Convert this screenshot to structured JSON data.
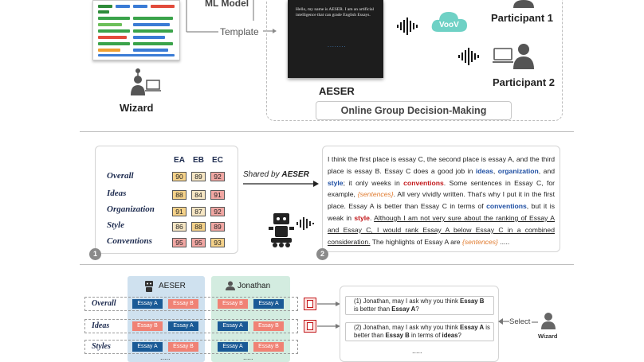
{
  "top_panel": {
    "ml_model_label": "ML Model",
    "template_label": "Template",
    "wizard_label": "Wizard",
    "aeser_label": "AESER",
    "aeser_screen_text": "Hello, my name is AESER. I am an artificial intelligence that can grade English Essays.",
    "aeser_screen_dots": "........",
    "voov_label": "VooV",
    "participant1_label": "Participant 1",
    "participant2_label": "Participant 2",
    "group_label": "Online Group Decision-Making"
  },
  "middle_panel": {
    "column_headers": [
      "EA",
      "EB",
      "EC"
    ],
    "rows": [
      {
        "label": "Overall",
        "scores": [
          "90",
          "89",
          "92"
        ]
      },
      {
        "label": "Ideas",
        "scores": [
          "88",
          "84",
          "91"
        ]
      },
      {
        "label": "Organization",
        "scores": [
          "91",
          "87",
          "92"
        ]
      },
      {
        "label": "Style",
        "scores": [
          "86",
          "88",
          "89"
        ]
      },
      {
        "label": "Conventions",
        "scores": [
          "95",
          "95",
          "93"
        ]
      }
    ],
    "score_colors": [
      "#f5d28a",
      "#f6e6c4",
      "#f1a7a3"
    ],
    "step1": "1",
    "step2": "2",
    "shared_prefix": "Shared by ",
    "shared_name": "AESER",
    "paragraph": {
      "p1": "I think the first place is essay C, the second place is essay A, and the third place is essay B. Essay C does a good job in ",
      "kw_ideas": "ideas",
      "p2": ", ",
      "kw_organization": "organization",
      "p3": ", and ",
      "kw_style": "style",
      "p4": "; it only weeks in ",
      "kw_conventions_red": "conventions",
      "p5": ". Some sentences in Essay C, for example, ",
      "ph1": "{sentences}",
      "p6": ". All very vividly written. That's why I put it in the first place. Essay A is better than Essay C in terms of ",
      "kw_conventions_blue": "conventions",
      "p7": ", but it is weak in ",
      "kw_style_red": "style",
      "p8": ". ",
      "underlined": "Although I am not very sure about the ranking of Essay A and Essay C, I would rank Essay A below Essay C in a combined consideration.",
      "p9": " The highlights of Essay A are ",
      "ph2": "{sentences}",
      "p10": " ....."
    }
  },
  "bottom_panel": {
    "aeser_col": "AESER",
    "jonathan_col": "Jonathan",
    "rows": [
      {
        "label": "Overall",
        "aeser": [
          "Essay A",
          "Essay B"
        ],
        "jonathan": [
          "Essay B",
          "Essay A"
        ]
      },
      {
        "label": "Ideas",
        "aeser": [
          "Essay B",
          "Essay A"
        ],
        "jonathan": [
          "Essay A",
          "Essay B"
        ]
      },
      {
        "label": "Styles",
        "aeser": [
          "Essay A",
          "Essay B"
        ],
        "jonathan": [
          "Essay A",
          "Essay B"
        ]
      }
    ],
    "col_dots": ".....",
    "questions": [
      {
        "prefix": "(1)  Jonathan, may I ask why you think ",
        "b1": "Essay B",
        "mid": " is better than ",
        "b2": "Essay A",
        "suffix": "?"
      },
      {
        "prefix": "(2)  Jonathan, may I ask why you think ",
        "b1": "Essay A",
        "mid": " is better than ",
        "b2": "Essay B",
        "suffix2": " in terms of ",
        "b3": "ideas",
        "suffix": "?"
      }
    ],
    "q_dots": ".....",
    "select_label": "Select",
    "wizard_label": "Wizard"
  }
}
